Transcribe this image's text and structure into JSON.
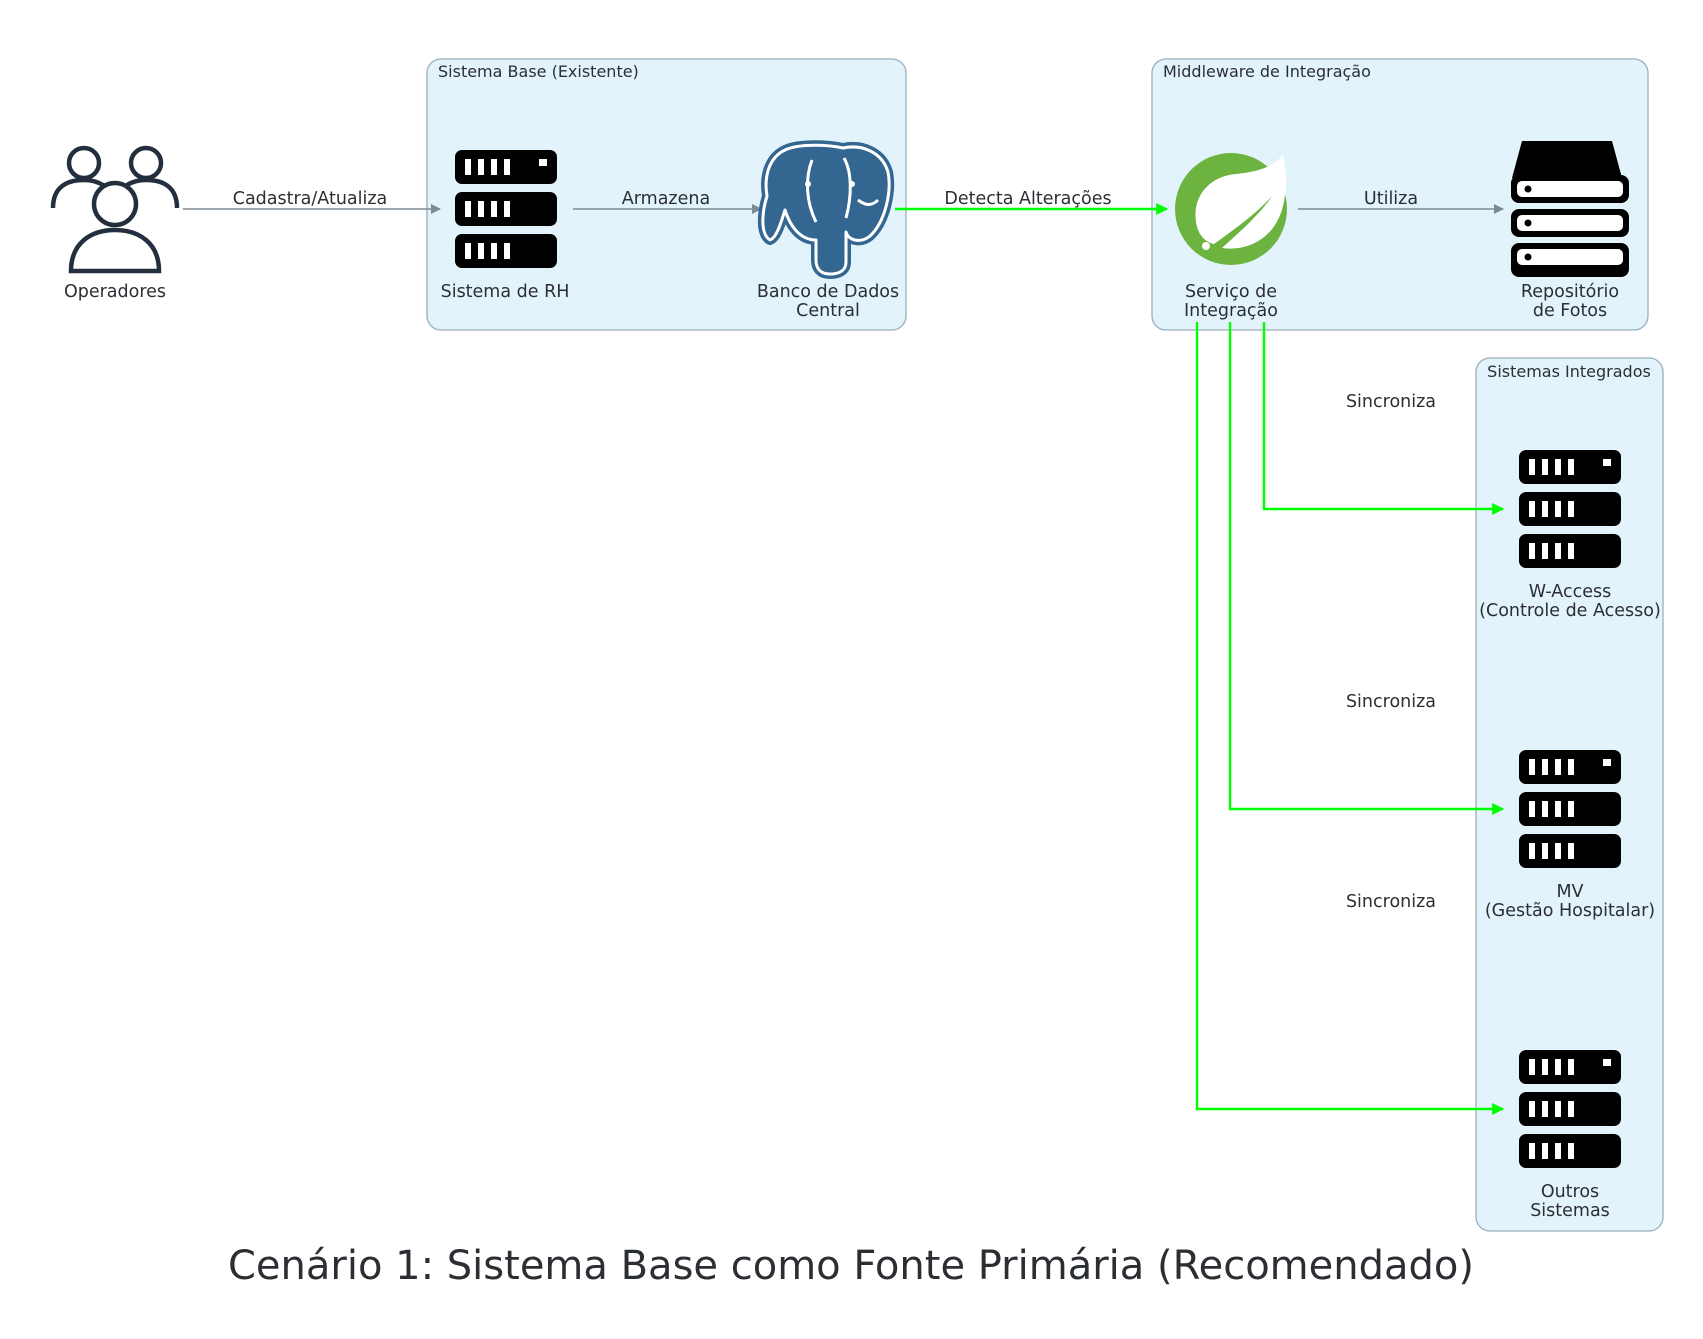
{
  "title": "Cenário 1: Sistema Base como Fonte Primária (Recomendado)",
  "clusters": {
    "base": "Sistema Base (Existente)",
    "middleware": "Middleware de Integração",
    "integrados": "Sistemas Integrados"
  },
  "nodes": {
    "operadores": {
      "icon": "users-icon",
      "label": [
        "Operadores"
      ]
    },
    "rh": {
      "icon": "server-icon",
      "label": [
        "Sistema de RH"
      ]
    },
    "banco": {
      "icon": "postgresql-elephant-icon",
      "label": [
        "Banco de Dados",
        "Central"
      ]
    },
    "servico": {
      "icon": "spring-leaf-icon",
      "label": [
        "Serviço de",
        "Integração"
      ]
    },
    "fotos": {
      "icon": "storage-stack-icon",
      "label": [
        "Repositório",
        "de Fotos"
      ]
    },
    "waccess": {
      "icon": "server-icon",
      "label": [
        "W-Access",
        "(Controle de Acesso)"
      ]
    },
    "mv": {
      "icon": "server-icon",
      "label": [
        "MV",
        "(Gestão Hospitalar)"
      ]
    },
    "outros": {
      "icon": "server-icon",
      "label": [
        "Outros",
        "Sistemas"
      ]
    }
  },
  "edges": {
    "cadastra": "Cadastra/Atualiza",
    "armazena": "Armazena",
    "detecta": "Detecta Alterações",
    "utiliza": "Utiliza",
    "sync1": "Sincroniza",
    "sync2": "Sincroniza",
    "sync3": "Sincroniza"
  },
  "colors": {
    "cluster_fill": "#e3f3fb",
    "edge_default": "#7c8a93",
    "edge_highlight": "#00ff00",
    "postgres_blue": "#336791",
    "spring_green": "#6db33f"
  }
}
